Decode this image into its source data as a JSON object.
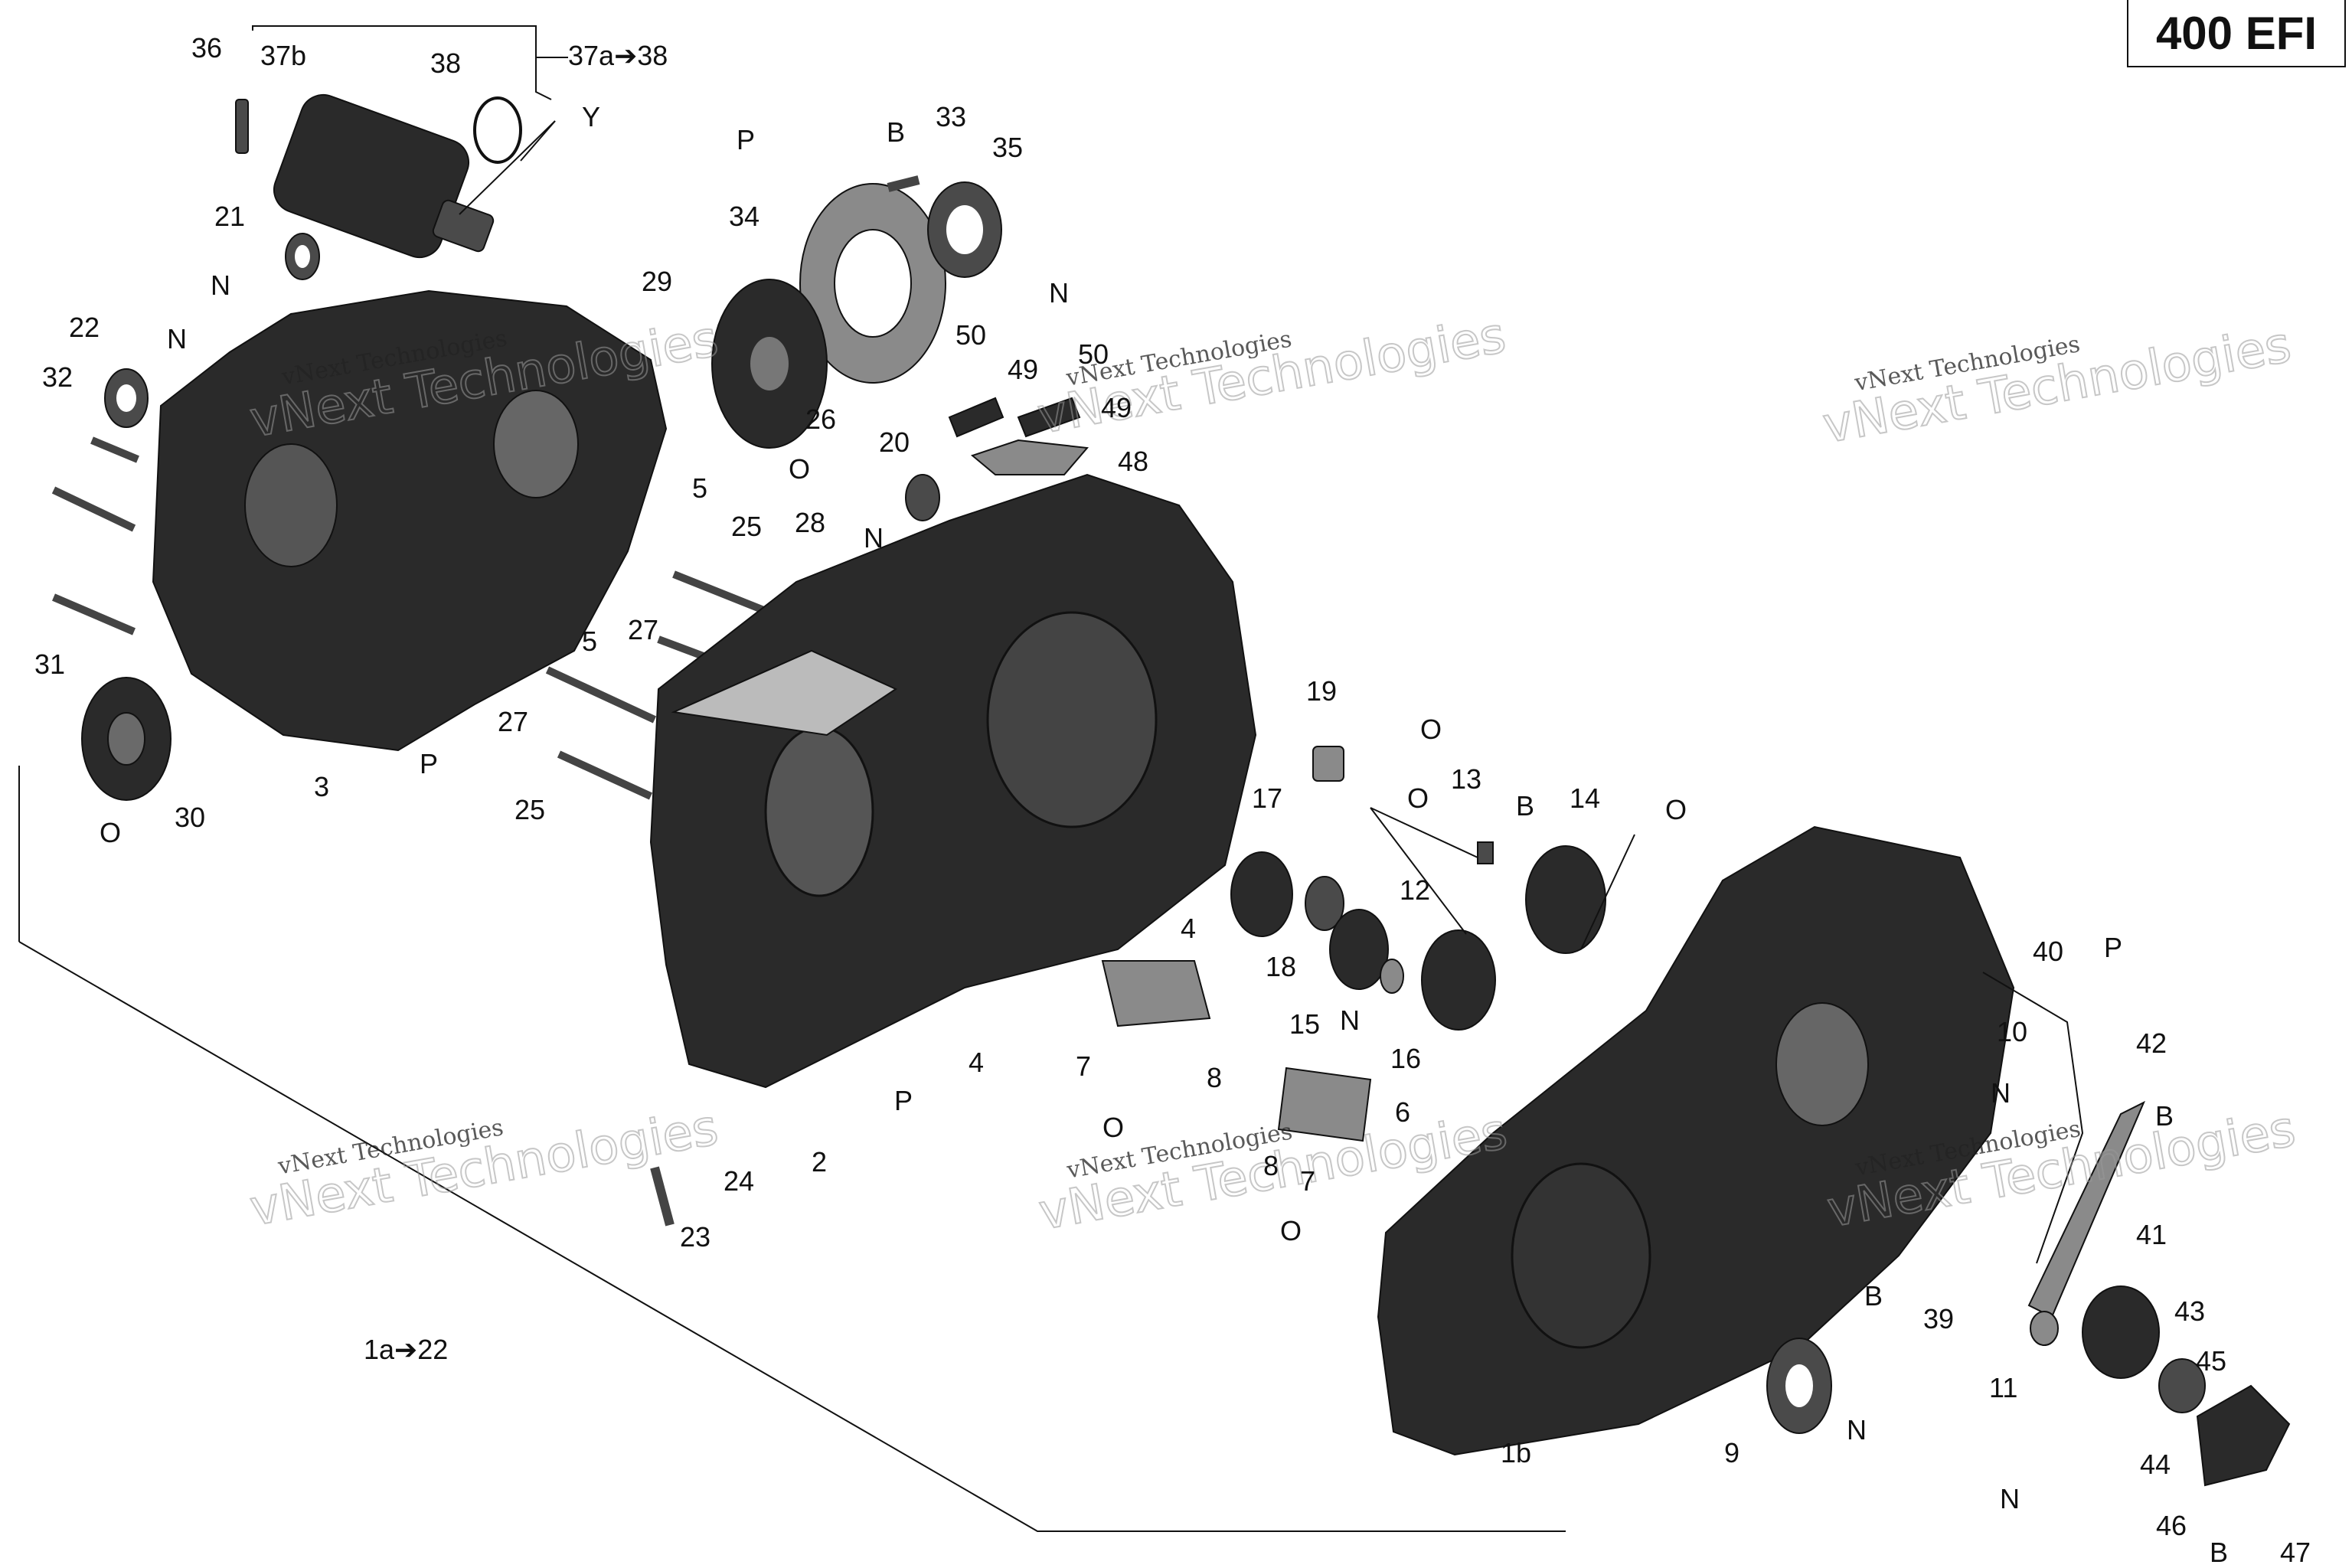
{
  "model_badge": "400 EFI",
  "watermark": {
    "line1": "vNext Technologies",
    "line2": "vNext Technologies"
  },
  "labels": [
    {
      "id": "36",
      "text": "36"
    },
    {
      "id": "37b",
      "text": "37b"
    },
    {
      "id": "38",
      "text": "38"
    },
    {
      "id": "37a38",
      "text": "37a➔38"
    },
    {
      "id": "Y",
      "text": "Y"
    },
    {
      "id": "21",
      "text": "21"
    },
    {
      "id": "N21",
      "text": "N"
    },
    {
      "id": "22",
      "text": "22"
    },
    {
      "id": "N22",
      "text": "N"
    },
    {
      "id": "32",
      "text": "32"
    },
    {
      "id": "31",
      "text": "31"
    },
    {
      "id": "30",
      "text": "30"
    },
    {
      "id": "O30",
      "text": "O"
    },
    {
      "id": "3",
      "text": "3"
    },
    {
      "id": "P3",
      "text": "P"
    },
    {
      "id": "P34",
      "text": "P"
    },
    {
      "id": "34",
      "text": "34"
    },
    {
      "id": "B33",
      "text": "B"
    },
    {
      "id": "33",
      "text": "33"
    },
    {
      "id": "35",
      "text": "35"
    },
    {
      "id": "N35",
      "text": "N"
    },
    {
      "id": "29",
      "text": "29"
    },
    {
      "id": "O29",
      "text": "O"
    },
    {
      "id": "50a",
      "text": "50"
    },
    {
      "id": "49a",
      "text": "49"
    },
    {
      "id": "50b",
      "text": "50"
    },
    {
      "id": "49b",
      "text": "49"
    },
    {
      "id": "48",
      "text": "48"
    },
    {
      "id": "26",
      "text": "26"
    },
    {
      "id": "20",
      "text": "20"
    },
    {
      "id": "N20",
      "text": "N"
    },
    {
      "id": "5a",
      "text": "5"
    },
    {
      "id": "25a",
      "text": "25"
    },
    {
      "id": "28",
      "text": "28"
    },
    {
      "id": "5b",
      "text": "5"
    },
    {
      "id": "27a",
      "text": "27"
    },
    {
      "id": "27b",
      "text": "27"
    },
    {
      "id": "25b",
      "text": "25"
    },
    {
      "id": "19",
      "text": "19"
    },
    {
      "id": "O19",
      "text": "O"
    },
    {
      "id": "17",
      "text": "17"
    },
    {
      "id": "O17",
      "text": "O"
    },
    {
      "id": "13",
      "text": "13"
    },
    {
      "id": "B13",
      "text": "B"
    },
    {
      "id": "14",
      "text": "14"
    },
    {
      "id": "O14",
      "text": "O"
    },
    {
      "id": "4a",
      "text": "4"
    },
    {
      "id": "18",
      "text": "18"
    },
    {
      "id": "12",
      "text": "12"
    },
    {
      "id": "15",
      "text": "15"
    },
    {
      "id": "N16",
      "text": "N"
    },
    {
      "id": "16",
      "text": "16"
    },
    {
      "id": "4b",
      "text": "4"
    },
    {
      "id": "7a",
      "text": "7"
    },
    {
      "id": "8a",
      "text": "8"
    },
    {
      "id": "O8",
      "text": "O"
    },
    {
      "id": "8b",
      "text": "8"
    },
    {
      "id": "7b",
      "text": "7"
    },
    {
      "id": "O7",
      "text": "O"
    },
    {
      "id": "6",
      "text": "6"
    },
    {
      "id": "P2",
      "text": "P"
    },
    {
      "id": "2",
      "text": "2"
    },
    {
      "id": "24",
      "text": "24"
    },
    {
      "id": "23",
      "text": "23"
    },
    {
      "id": "1a22",
      "text": "1a➔22"
    },
    {
      "id": "40",
      "text": "40"
    },
    {
      "id": "P40",
      "text": "P"
    },
    {
      "id": "10",
      "text": "10"
    },
    {
      "id": "N10",
      "text": "N"
    },
    {
      "id": "42",
      "text": "42"
    },
    {
      "id": "B42",
      "text": "B"
    },
    {
      "id": "41",
      "text": "41"
    },
    {
      "id": "B39",
      "text": "B"
    },
    {
      "id": "39",
      "text": "39"
    },
    {
      "id": "43",
      "text": "43"
    },
    {
      "id": "11",
      "text": "11"
    },
    {
      "id": "45",
      "text": "45"
    },
    {
      "id": "44",
      "text": "44"
    },
    {
      "id": "N11",
      "text": "N"
    },
    {
      "id": "46",
      "text": "46"
    },
    {
      "id": "B47",
      "text": "B"
    },
    {
      "id": "47",
      "text": "47"
    },
    {
      "id": "9",
      "text": "9"
    },
    {
      "id": "N9",
      "text": "N"
    },
    {
      "id": "1b",
      "text": "1b"
    }
  ]
}
